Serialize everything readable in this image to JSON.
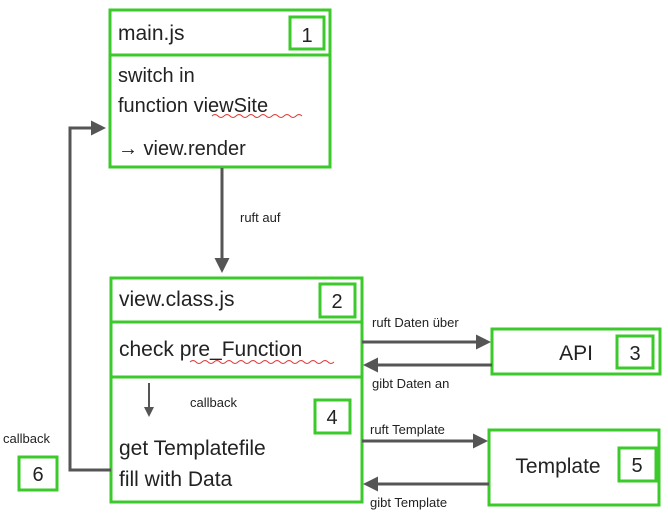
{
  "box1": {
    "title": "main.js",
    "number": "1",
    "line1": "switch in",
    "line2": "function viewSite",
    "line3": "→ view.render"
  },
  "box2": {
    "title": "view.class.js",
    "number": "2",
    "check_label": "check pre_Function",
    "callback_label": "callback",
    "number4": "4",
    "line1": "get Templatefile",
    "line2": "fill with Data"
  },
  "api": {
    "label": "API",
    "number": "3"
  },
  "template": {
    "label": "Template",
    "number": "5"
  },
  "callback_box": {
    "label": "callback",
    "number": "6"
  },
  "edges": {
    "ruft_auf": "ruft auf",
    "ruft_daten": "ruft Daten über",
    "gibt_daten": "gibt Daten an",
    "ruft_template": "ruft Template",
    "gibt_template": "gibt Template"
  },
  "colors": {
    "box_border": "#3cc92b",
    "arrow": "#555555",
    "text": "#222222",
    "squiggle": "#e03a3a"
  }
}
